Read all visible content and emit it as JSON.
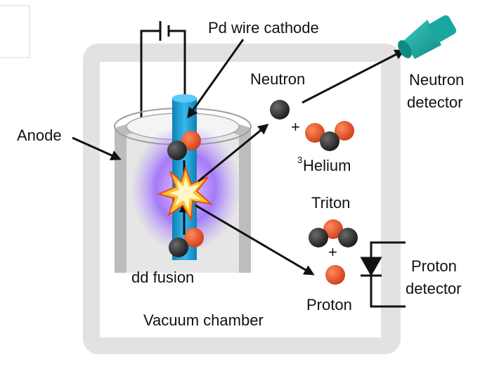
{
  "labels": {
    "cathode": "Pd wire cathode",
    "anode": "Anode",
    "neutron": "Neutron",
    "neutron_detector_line1": "Neutron",
    "neutron_detector_line2": "detector",
    "helium_sup": "3",
    "helium": "Helium",
    "triton": "Triton",
    "proton": "Proton",
    "proton_detector_line1": "Proton",
    "proton_detector_line2": "detector",
    "dd_fusion": "dd fusion",
    "vacuum_chamber": "Vacuum chamber",
    "plus": "+"
  },
  "colors": {
    "chamber_frame": "#e2e2e2",
    "anode_outer": "#bdbdbd",
    "anode_inner": "#dcdcdc",
    "glow": "#8a4dff",
    "cathode": "#1ba0d8",
    "deuteron_dark": "#2b2b2b",
    "particle_red": "#e2502a",
    "detector": "#1aa7a0",
    "arrow": "#111111"
  }
}
